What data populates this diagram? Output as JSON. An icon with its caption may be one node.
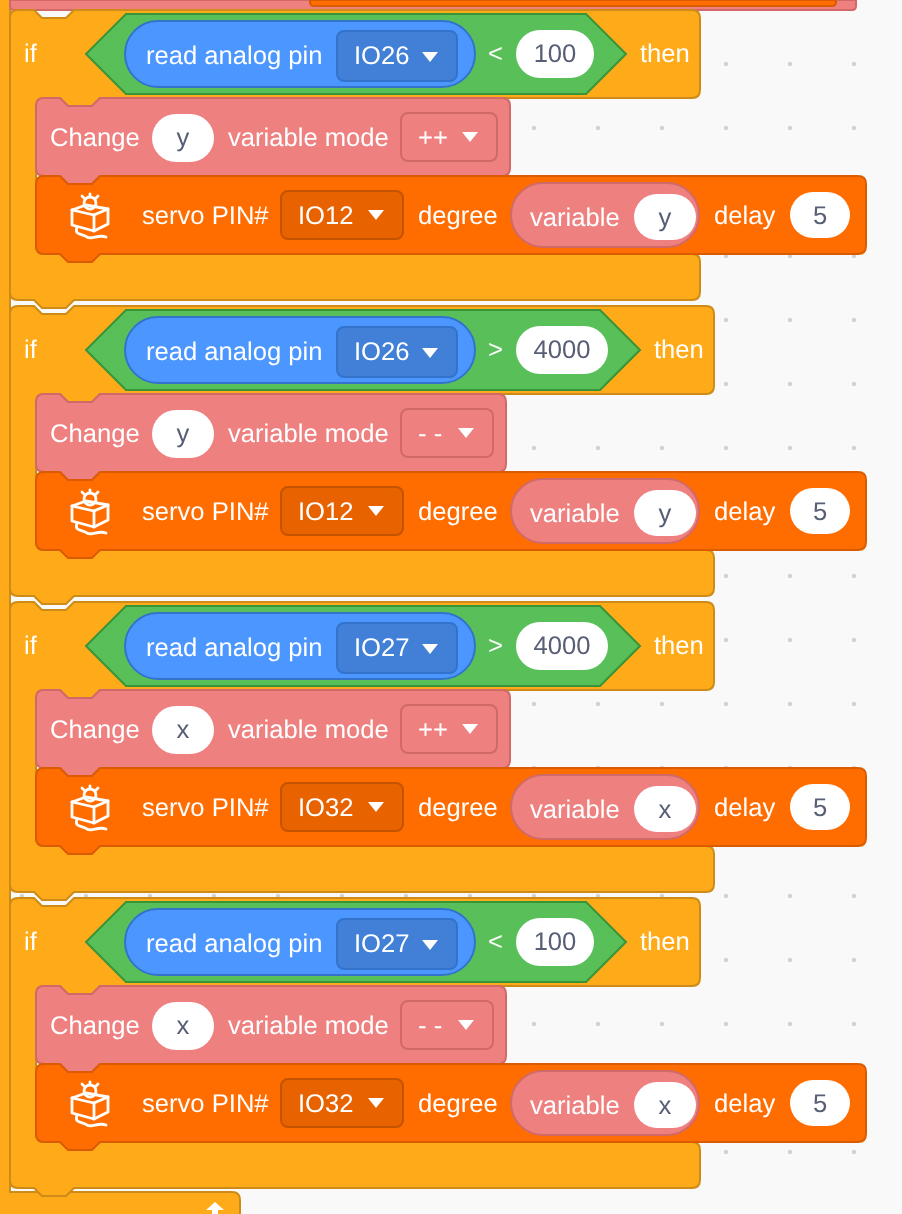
{
  "diagram": {
    "nodes": [
      {
        "text": [],
        "shape": "box"
      },
      {
        "text": [],
        "shape": "box"
      },
      {
        "text": [],
        "shape": "box",
        "in": 1
      },
      {
        "text": [
          "if",
          "then"
        ]
      },
      {
        "text": [
          "<"
        ],
        "in": 3
      },
      {
        "text": [
          "read analog pin"
        ],
        "in": 4
      },
      {
        "text": [
          "IO26"
        ],
        "in": 5
      },
      {
        "text": [
          "100"
        ],
        "in": 4
      },
      {
        "text": [
          "Change",
          "variable mode"
        ],
        "in": 3
      },
      {
        "text": [
          "y"
        ],
        "in": 8
      },
      {
        "text": [
          "++"
        ],
        "in": 8
      },
      {
        "text": [
          "servo PIN#",
          "degree",
          "delay"
        ]
      },
      {
        "text": [
          "IO12"
        ],
        "in": 11
      },
      {
        "text": [
          "variable"
        ],
        "in": 11
      },
      {
        "text": [
          "y"
        ],
        "in": 13
      },
      {
        "text": [
          "5"
        ],
        "in": 11
      },
      {
        "text": [
          "if",
          "then"
        ]
      },
      {
        "text": [
          ">"
        ],
        "in": 16
      },
      {
        "text": [
          "read analog pin"
        ],
        "in": 17
      },
      {
        "text": [
          "IO26"
        ],
        "in": 18
      },
      {
        "text": [
          "4000"
        ],
        "in": 17
      },
      {
        "text": [
          "Change",
          "variable mode"
        ],
        "in": 16
      },
      {
        "text": [
          "y"
        ],
        "in": 21
      },
      {
        "text": [
          "- -"
        ],
        "in": 21
      },
      {
        "text": [
          "servo PIN#",
          "degree",
          "delay"
        ]
      },
      {
        "text": [
          "IO12"
        ],
        "in": 24
      },
      {
        "text": [
          "variable"
        ],
        "in": 24
      },
      {
        "text": [
          "y"
        ],
        "in": 26
      },
      {
        "text": [
          "5"
        ],
        "in": 24
      },
      {
        "text": [
          "if",
          "then"
        ]
      },
      {
        "text": [
          ">"
        ],
        "in": 29
      },
      {
        "text": [
          "read analog pin"
        ],
        "in": 30
      },
      {
        "text": [
          "IO27"
        ],
        "in": 31
      },
      {
        "text": [
          "4000"
        ],
        "in": 30
      },
      {
        "text": [
          "Change",
          "variable mode"
        ],
        "in": 29
      },
      {
        "text": [
          "x"
        ],
        "in": 34
      },
      {
        "text": [
          "++"
        ],
        "in": 34
      },
      {
        "text": [
          "servo PIN#",
          "degree",
          "delay"
        ]
      },
      {
        "text": [
          "IO32"
        ],
        "in": 37
      },
      {
        "text": [
          "variable"
        ],
        "in": 37
      },
      {
        "text": [
          "x"
        ],
        "in": 39
      },
      {
        "text": [
          "5"
        ],
        "in": 37
      },
      {
        "text": [
          "if",
          "then"
        ]
      },
      {
        "text": [
          "<"
        ],
        "in": 42
      },
      {
        "text": [
          "read analog pin"
        ],
        "in": 43
      },
      {
        "text": [
          "IO27"
        ],
        "in": 44
      },
      {
        "text": [
          "100"
        ],
        "in": 43
      },
      {
        "text": [
          "Change",
          "variable mode"
        ],
        "in": 42
      },
      {
        "text": [
          "x"
        ],
        "in": 47
      },
      {
        "text": [
          "- -"
        ],
        "in": 47
      },
      {
        "text": [
          "servo PIN#",
          "degree",
          "delay"
        ]
      },
      {
        "text": [
          "IO32"
        ],
        "in": 50
      },
      {
        "text": [
          "variable"
        ],
        "in": 50
      },
      {
        "text": [
          "x"
        ],
        "in": 52
      },
      {
        "text": [
          "5"
        ],
        "in": 50
      }
    ]
  }
}
